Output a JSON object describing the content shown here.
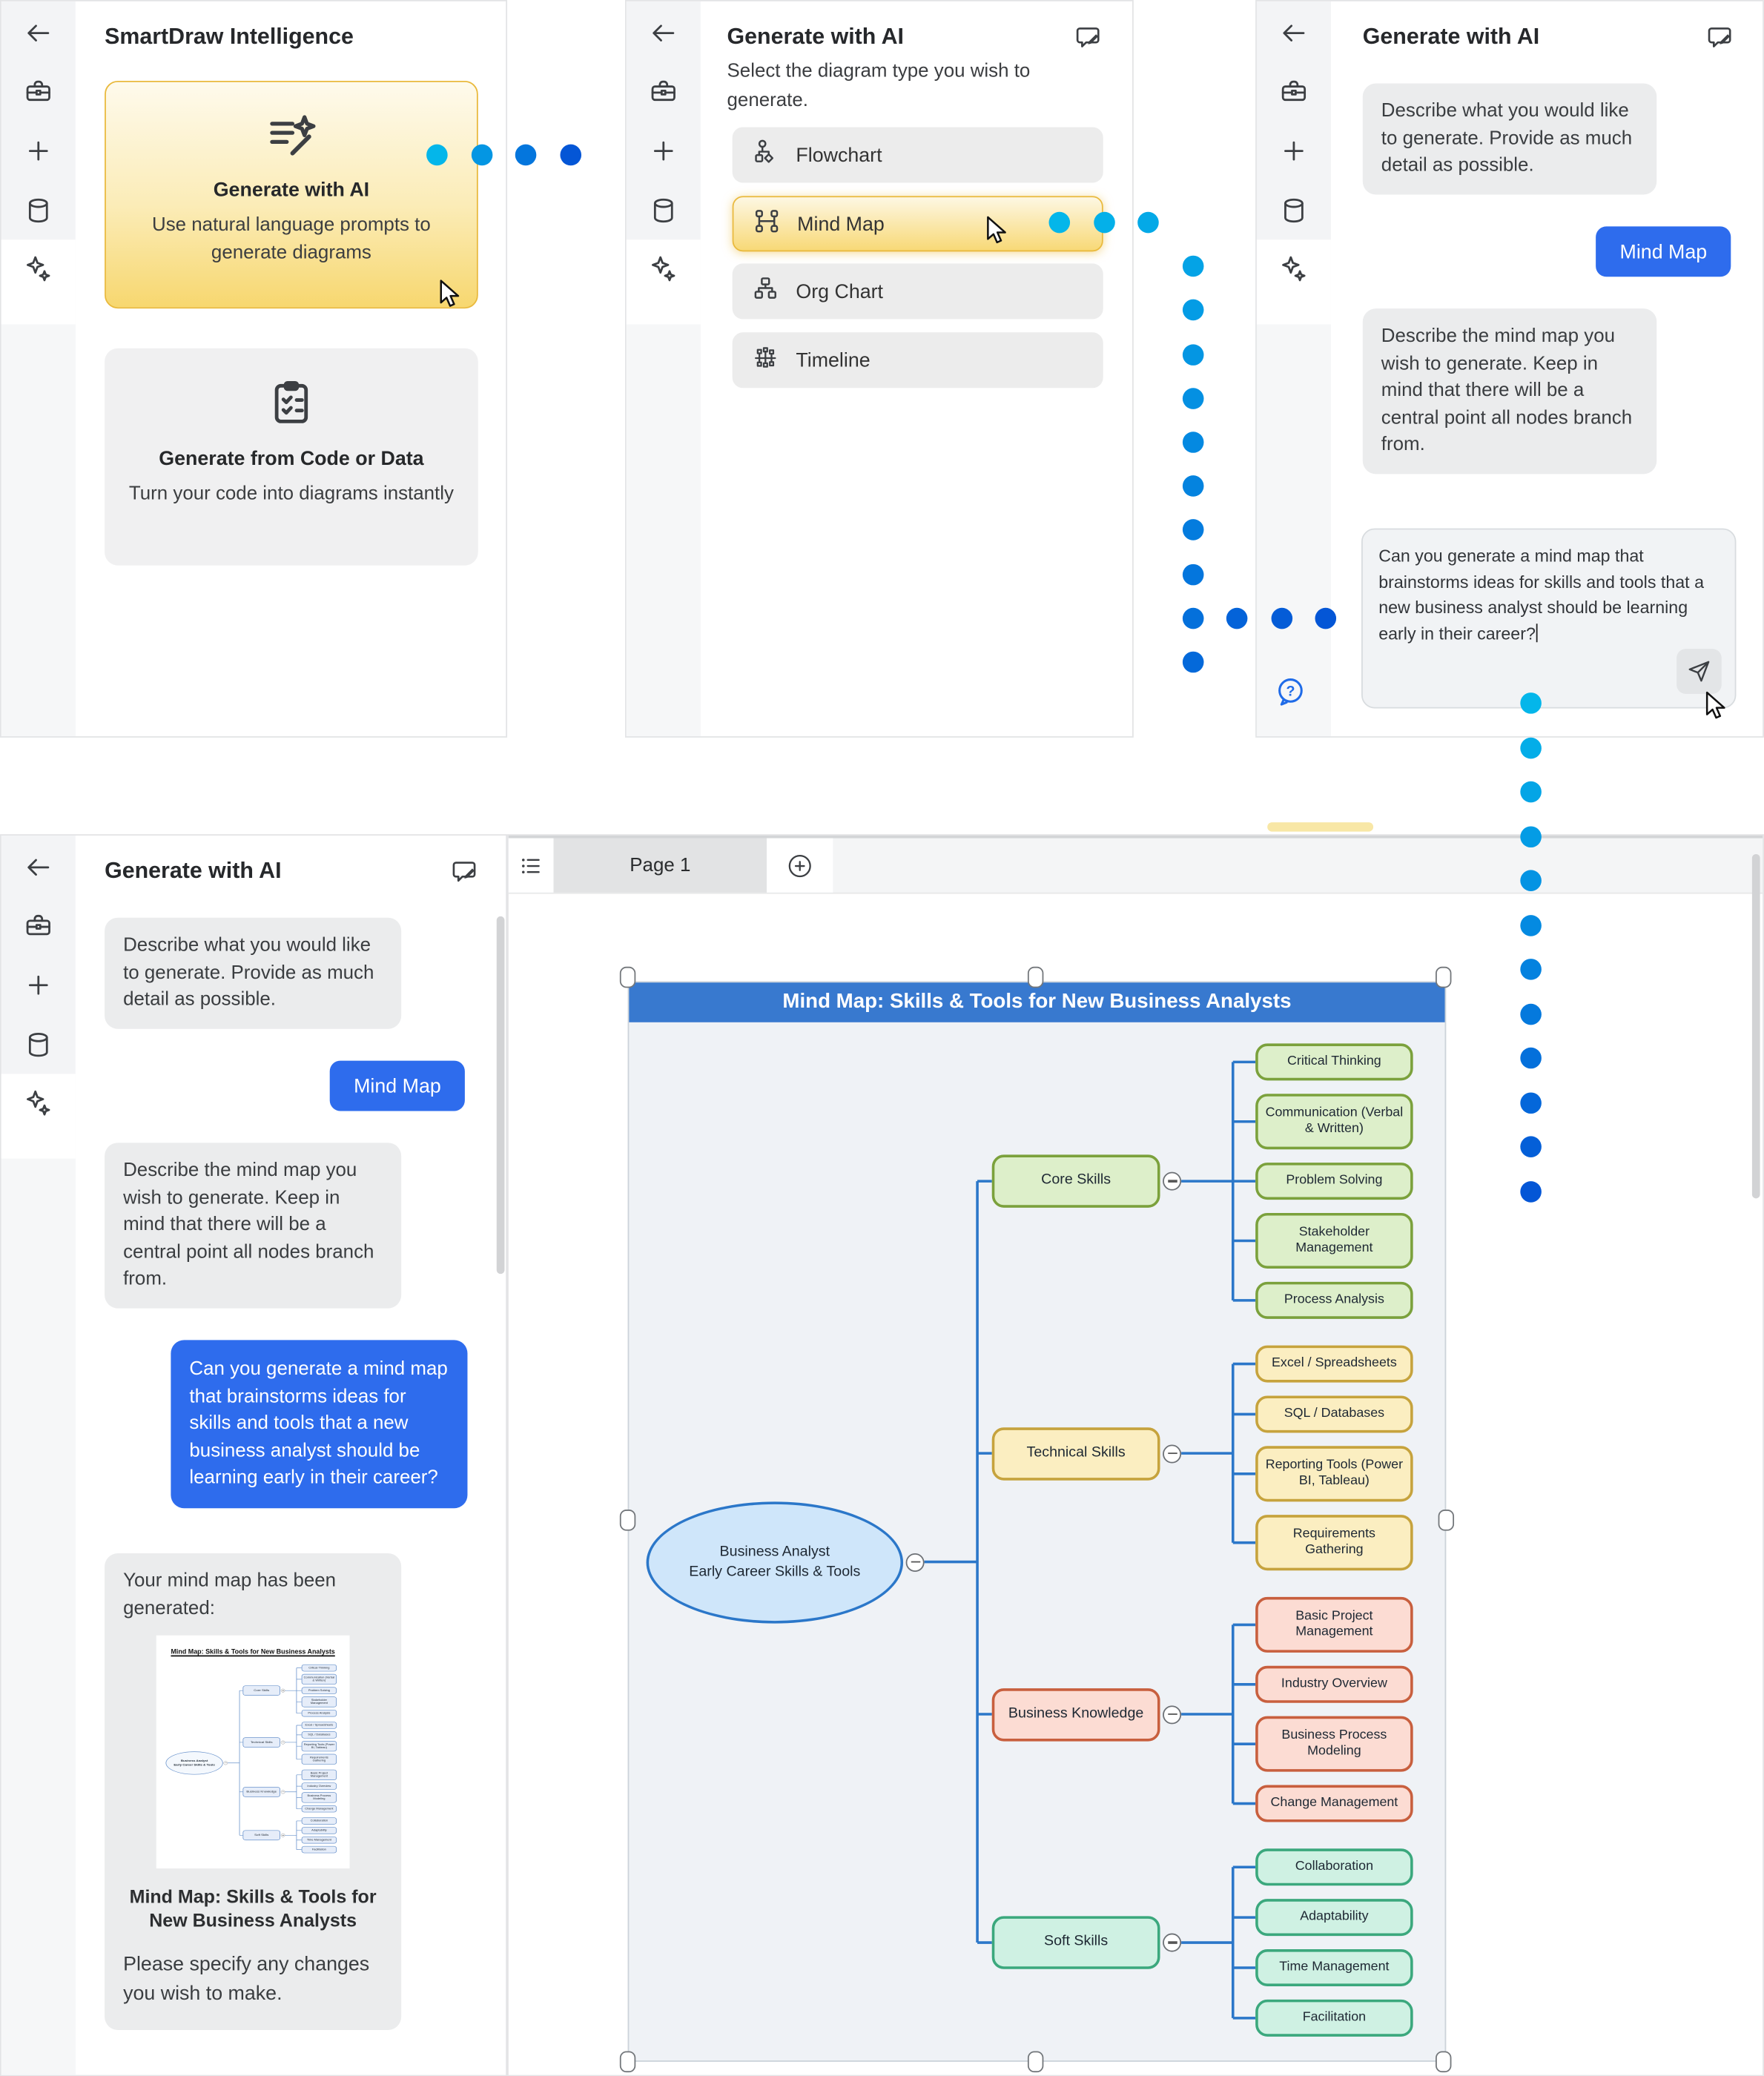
{
  "intelligence_panel": {
    "title": "SmartDraw Intelligence",
    "ai_card": {
      "icon": "prompt-sparkle-icon",
      "title": "Generate with AI",
      "description": "Use natural language prompts to generate diagrams"
    },
    "code_card": {
      "icon": "clipboard-check-icon",
      "title": "Generate from Code or Data",
      "description": "Turn your code into diagrams instantly"
    }
  },
  "picker_panel": {
    "title": "Generate with AI",
    "subtitle": "Select the diagram type you wish to generate.",
    "options": [
      {
        "label": "Flowchart",
        "icon": "flowchart-icon"
      },
      {
        "label": "Mind Map",
        "icon": "mindmap-icon",
        "highlighted": true
      },
      {
        "label": "Org Chart",
        "icon": "orgchart-icon"
      },
      {
        "label": "Timeline",
        "icon": "timeline-icon"
      }
    ]
  },
  "chat_panel": {
    "title": "Generate with AI",
    "bot_intro": "Describe what you would like to generate. Provide as much detail as possible.",
    "type_chip": "Mind Map",
    "bot_mindmap_hint": "Describe the mind map you wish to generate. Keep in mind that there will be a central point all nodes branch from.",
    "user_prompt": "Can you generate a mind map that brainstorms ideas for skills and tools that a new business analyst should be learning early in their career?",
    "bot_generated": "Your mind map has been generated:",
    "thumbnail_caption": "Mind Map: Skills & Tools for New Business Analysts",
    "bot_changes": "Please specify any changes you wish to make."
  },
  "canvas": {
    "page_tab": "Page 1"
  },
  "mind_map": {
    "type": "mindmap",
    "title": "Mind Map: Skills & Tools for New Business Analysts",
    "central": [
      "Business Analyst",
      "Early Career Skills & Tools"
    ],
    "branches": [
      {
        "label": "Core Skills",
        "palette": "green",
        "children": [
          {
            "label": "Critical Thinking"
          },
          {
            "label": "Communication (Verbal & Written)",
            "wrap": true
          },
          {
            "label": "Problem Solving"
          },
          {
            "label": "Stakeholder Management",
            "wrap": true
          },
          {
            "label": "Process Analysis"
          }
        ]
      },
      {
        "label": "Technical Skills",
        "palette": "yellow",
        "children": [
          {
            "label": "Excel / Spreadsheets"
          },
          {
            "label": "SQL / Databases"
          },
          {
            "label": "Reporting Tools (Power BI, Tableau)",
            "wrap": true
          },
          {
            "label": "Requirements Gathering",
            "wrap": true
          }
        ]
      },
      {
        "label": "Business Knowledge",
        "palette": "red",
        "children": [
          {
            "label": "Basic Project Management",
            "wrap": true
          },
          {
            "label": "Industry Overview"
          },
          {
            "label": "Business Process Modeling",
            "wrap": true
          },
          {
            "label": "Change Management"
          }
        ]
      },
      {
        "label": "Soft Skills",
        "palette": "teal",
        "children": [
          {
            "label": "Collaboration"
          },
          {
            "label": "Adaptability"
          },
          {
            "label": "Time Management"
          },
          {
            "label": "Facilitation"
          }
        ]
      }
    ],
    "palettes": {
      "central": {
        "fill": "#cfe6fa",
        "border": "#2b77c9"
      },
      "green": {
        "fill": "#ddefca",
        "border": "#7ba13c"
      },
      "yellow": {
        "fill": "#fbeec1",
        "border": "#c6a33d"
      },
      "red": {
        "fill": "#fcdcd3",
        "border": "#c85f3e"
      },
      "teal": {
        "fill": "#cff1e3",
        "border": "#3ba87d"
      },
      "mono": {
        "fill": "#e6edf9",
        "border": "#6a93cc"
      }
    },
    "connector_color": "#2b77c9",
    "banner_color": "#3879cf"
  },
  "colors": {
    "accent_blue": "#2e6ced",
    "highlight_border": "#e9b93c",
    "trail_start": "#04b6ea",
    "trail_end": "#0456d6"
  }
}
